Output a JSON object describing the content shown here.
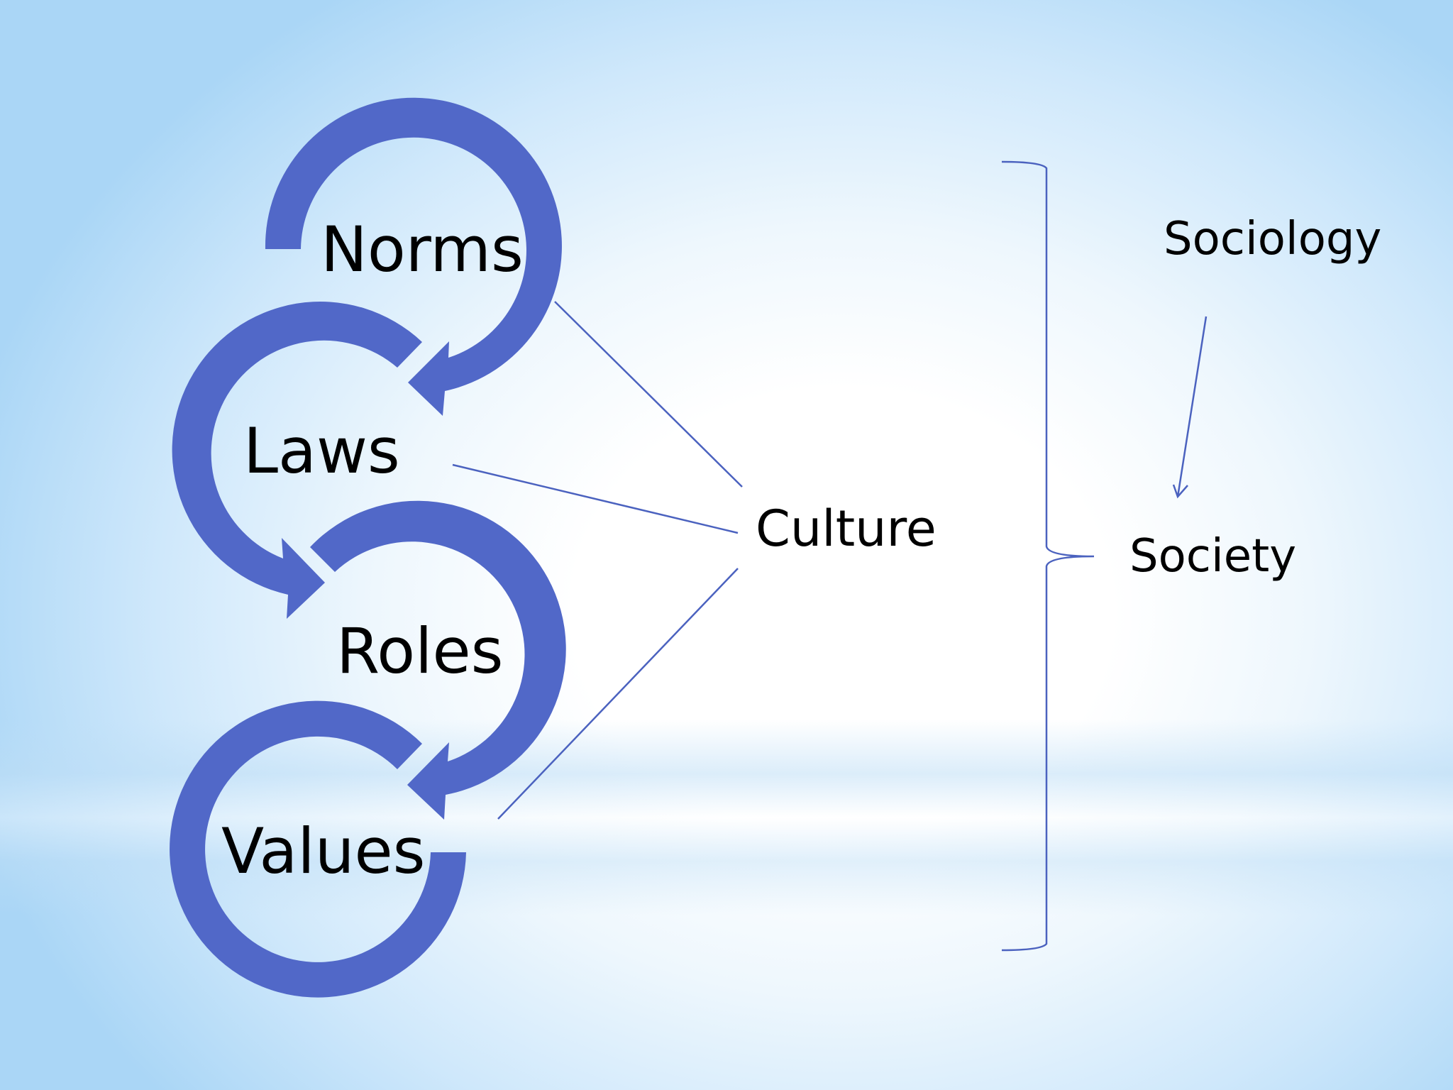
{
  "diagram": {
    "cycle": {
      "color": "#5168c8",
      "items": [
        {
          "label": "Norms"
        },
        {
          "label": "Laws"
        },
        {
          "label": "Roles"
        },
        {
          "label": "Values"
        }
      ]
    },
    "center": {
      "label": "Culture"
    },
    "connector_color": "#4b62bf",
    "right": {
      "top": {
        "label": "Sociology"
      },
      "bottom": {
        "label": "Society"
      }
    }
  }
}
